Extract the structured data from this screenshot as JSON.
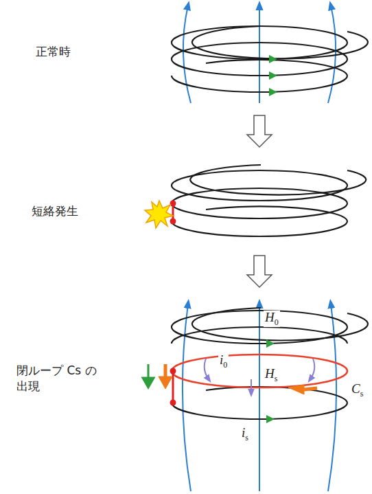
{
  "diagram": {
    "labels": [
      "正常時",
      "短絡発生",
      "閉ループ Cs の 出現",
      "H0",
      "i0",
      "Hs",
      "Cs",
      "is"
    ]
  }
}
